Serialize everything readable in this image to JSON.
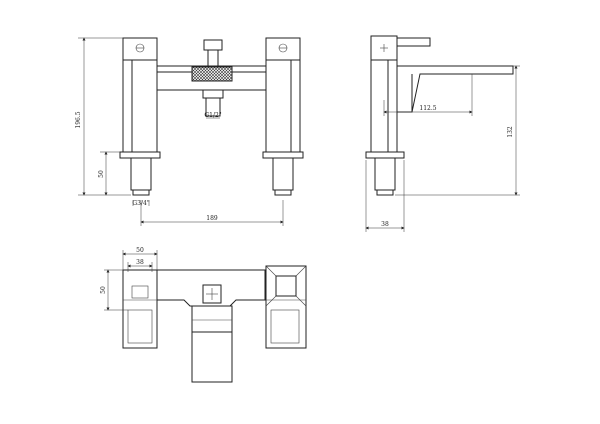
{
  "dimensions": {
    "overall_height": "196.5",
    "lower_body_height": "50",
    "inlet_thread": "G3/4\"",
    "spout_thread": "G1/2\"",
    "centres": "189",
    "side_projection": "112.5",
    "side_height": "132",
    "side_base": "38",
    "plan_width_outer": "50",
    "plan_width_inner": "38",
    "plan_depth": "50"
  },
  "colors": {
    "line": "#222222",
    "background": "#ffffff"
  }
}
